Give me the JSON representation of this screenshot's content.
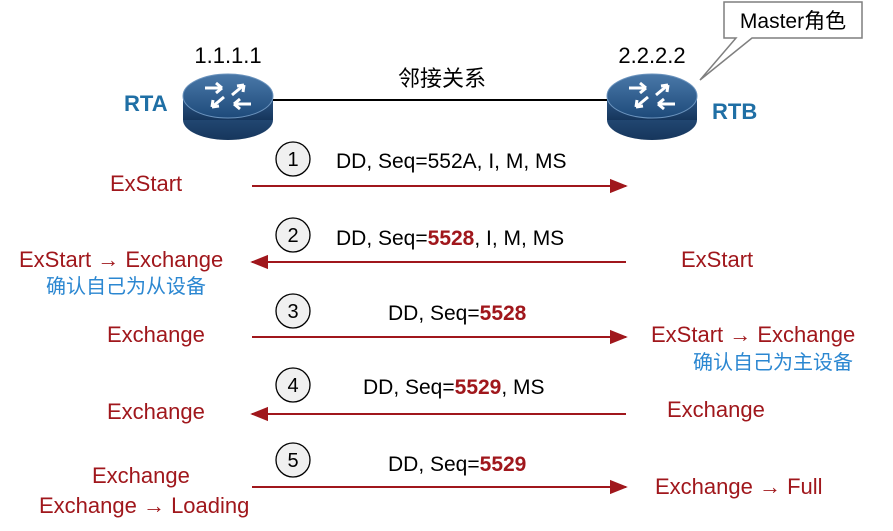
{
  "routers": {
    "rta": {
      "name": "RTA",
      "ip": "1.1.1.1"
    },
    "rtb": {
      "name": "RTB",
      "ip": "2.2.2.2"
    }
  },
  "link_label": "邻接关系",
  "callout": "Master角色",
  "colors": {
    "state": "#a0171c",
    "note": "#2b87d1",
    "router_name": "#1f6fa5",
    "arrow": "#a0171c"
  },
  "steps": [
    {
      "num": "1",
      "direction": "right",
      "msg_prefix": "DD, Seq=552A, I, M, MS",
      "seq_bold": "",
      "msg_suffix": ""
    },
    {
      "num": "2",
      "direction": "left",
      "msg_prefix": "DD, Seq=",
      "seq_bold": "5528",
      "msg_suffix": ", I, M, MS"
    },
    {
      "num": "3",
      "direction": "right",
      "msg_prefix": "DD, Seq=",
      "seq_bold": "5528",
      "msg_suffix": ""
    },
    {
      "num": "4",
      "direction": "left",
      "msg_prefix": "DD, Seq=",
      "seq_bold": "5529",
      "msg_suffix": ", MS"
    },
    {
      "num": "5",
      "direction": "right",
      "msg_prefix": "DD, Seq=",
      "seq_bold": "5529",
      "msg_suffix": ""
    }
  ],
  "states": {
    "s1_left": "ExStart",
    "s2_left": "ExStart → Exchange",
    "s2_left_note": "确认自己为从设备",
    "s2_right": "ExStart",
    "s3_left": "Exchange",
    "s3_right": "ExStart → Exchange",
    "s3_right_note": "确认自己为主设备",
    "s4_left": "Exchange",
    "s4_right": "Exchange",
    "s5_left_a": "Exchange",
    "s5_left_b": "Exchange → Loading",
    "s5_right": "Exchange → Full"
  }
}
